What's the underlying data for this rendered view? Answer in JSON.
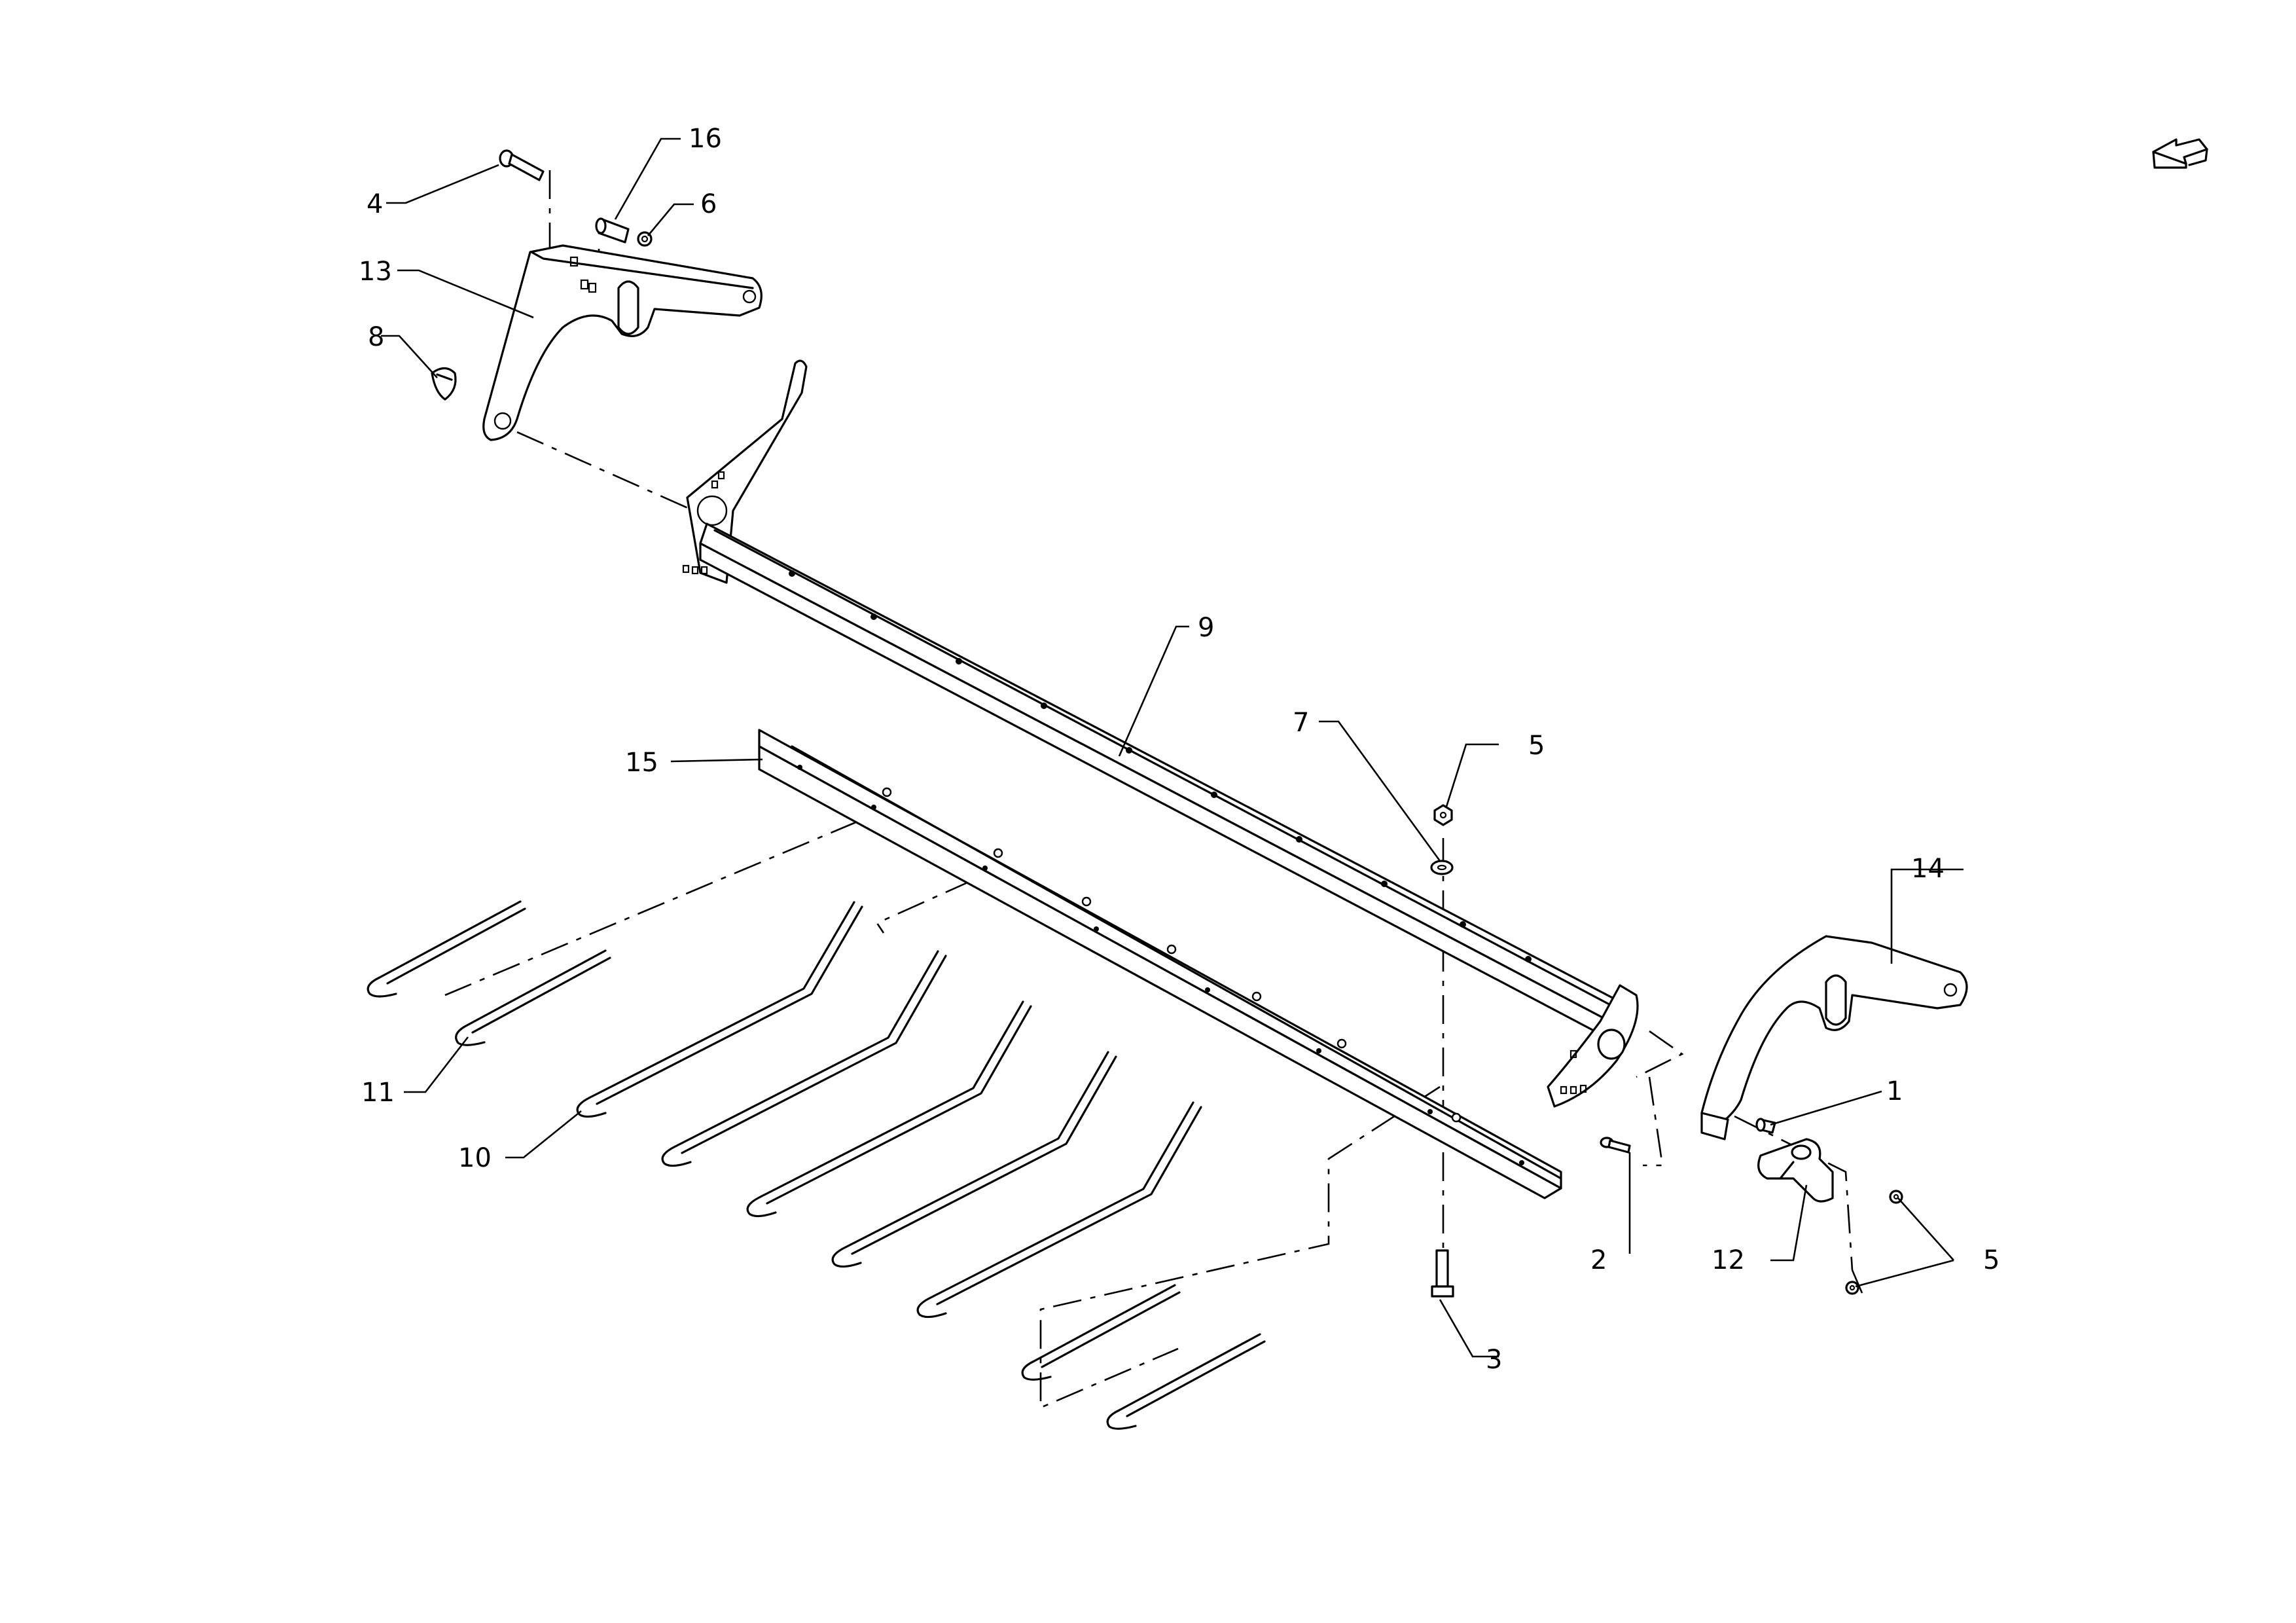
{
  "diagram": {
    "callouts": {
      "c1": "1",
      "c2": "2",
      "c3": "3",
      "c4": "4",
      "c5a": "5",
      "c5b": "5",
      "c6": "6",
      "c7": "7",
      "c8": "8",
      "c9": "9",
      "c10": "10",
      "c11": "11",
      "c12": "12",
      "c13": "13",
      "c14": "14",
      "c15": "15",
      "c16": "16"
    },
    "icons": {
      "orientation": "front-direction-arrow-icon"
    }
  }
}
